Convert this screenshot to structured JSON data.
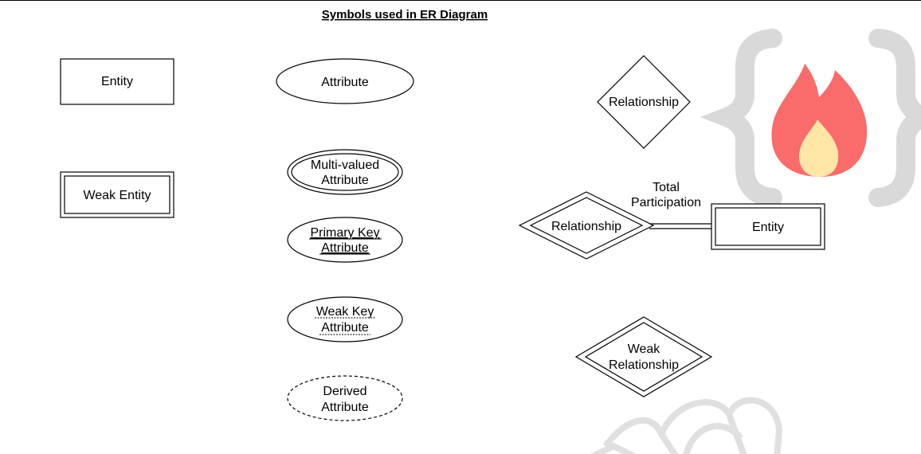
{
  "title": "Symbols used in ER Diagram",
  "shapes": {
    "entity": "Entity",
    "weak_entity": "Weak Entity",
    "attribute": "Attribute",
    "multivalued_attribute": [
      "Multi-valued",
      "Attribute"
    ],
    "primary_key_attribute": [
      "Primary Key",
      "Attribute"
    ],
    "weak_key_attribute": [
      "Weak Key",
      "Attribute"
    ],
    "derived_attribute": [
      "Derived",
      "Attribute"
    ],
    "relationship": "Relationship",
    "total_participation_relationship": "Relationship",
    "total_participation_label": [
      "Total",
      "Participation"
    ],
    "total_participation_entity": "Entity",
    "weak_relationship": [
      "Weak",
      "Relationship"
    ]
  },
  "colors": {
    "stroke": "#000000",
    "entity_text_muted": "#333333",
    "watermark_gray": "#d9d9d9",
    "flame_red": "#fa6b6b",
    "flame_yellow": "#fde6a6"
  },
  "icons": {
    "watermark_logo": "flame-in-braces-logo",
    "watermark_bottom": "slanted-ring-shapes"
  }
}
